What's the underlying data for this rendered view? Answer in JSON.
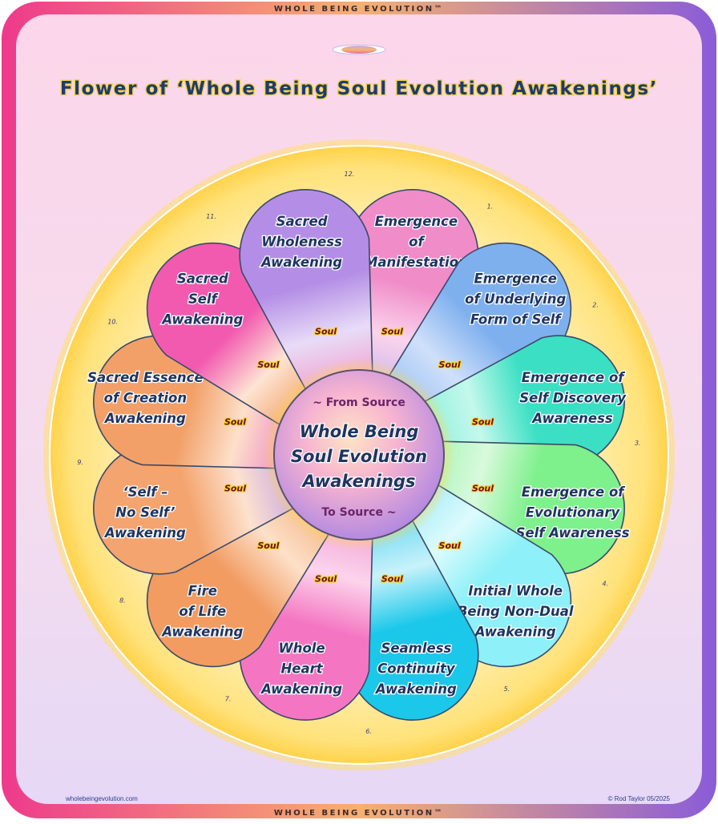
{
  "banner": {
    "top": "WHOLE BEING EVOLUTION™",
    "bottom": "WHOLE BEING EVOLUTION™"
  },
  "title": "Flower of ‘Whole Being Soul Evolution Awakenings’",
  "center": {
    "from_source": "~ From Source",
    "main_lines": [
      "Whole Being",
      "Soul Evolution",
      "Awakenings"
    ],
    "to_source": "To Source ~"
  },
  "soul_label": "Soul",
  "petals": [
    {
      "number": "1.",
      "lines": [
        "Emergence",
        "of",
        "Manifestation"
      ],
      "colors": [
        "#f08cc8",
        "#fbd4ec",
        "#c9b4ec"
      ]
    },
    {
      "number": "2.",
      "lines": [
        "Emergence",
        "of Underlying",
        "Form of Self"
      ],
      "colors": [
        "#7fb0ee",
        "#cfe0fa",
        "#9ec4f4"
      ]
    },
    {
      "number": "3.",
      "lines": [
        "Emergence of",
        "Self Discovery",
        "Awareness"
      ],
      "colors": [
        "#3be0c4",
        "#c4f8ec",
        "#8ef0dc"
      ]
    },
    {
      "number": "4.",
      "lines": [
        "Emergence of",
        "Evolutionary",
        "Self Awareness"
      ],
      "colors": [
        "#7ef08c",
        "#d8fadc",
        "#a8f4b8"
      ]
    },
    {
      "number": "5.",
      "lines": [
        "Initial Whole",
        "Being Non-Dual",
        "Awakening"
      ],
      "colors": [
        "#8ef0f8",
        "#ddfbfd",
        "#a6ecf8"
      ]
    },
    {
      "number": "6.",
      "lines": [
        "Seamless",
        "Continuity",
        "Awakening"
      ],
      "colors": [
        "#1cc8ea",
        "#c8f2fa",
        "#6ad8f2"
      ]
    },
    {
      "number": "7.",
      "lines": [
        "Whole",
        "Heart",
        "Awakening"
      ],
      "colors": [
        "#f476c2",
        "#fcd4ec",
        "#f2a6d8"
      ]
    },
    {
      "number": "8.",
      "lines": [
        "Fire",
        "of Life",
        "Awakening"
      ],
      "colors": [
        "#f29c62",
        "#fde0c8",
        "#f4b88a"
      ]
    },
    {
      "number": "9.",
      "lines": [
        "‘Self –",
        "No Self’",
        "Awakening"
      ],
      "colors": [
        "#f4a46e",
        "#fde2ce",
        "#c8a6e6"
      ]
    },
    {
      "number": "10.",
      "lines": [
        "Sacred Essence",
        "of Creation",
        "Awakening"
      ],
      "colors": [
        "#f2a068",
        "#fde0ca",
        "#ee8cc6"
      ]
    },
    {
      "number": "11.",
      "lines": [
        "Sacred",
        "Self",
        "Awakening"
      ],
      "colors": [
        "#f25ab0",
        "#fde4d4",
        "#f4a466"
      ]
    },
    {
      "number": "12.",
      "lines": [
        "Sacred",
        "Wholeness",
        "Awakening"
      ],
      "colors": [
        "#b48ee6",
        "#e8dcf8",
        "#f2a0cc"
      ]
    }
  ],
  "footer": {
    "website": "wholebeingevolution.com",
    "copyright": "© Rod Taylor 05/2025"
  }
}
